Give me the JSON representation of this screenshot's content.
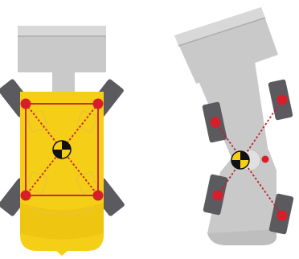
{
  "diagram": {
    "panels": [
      {
        "id": "left",
        "vehicle": "yellow-forklift",
        "state": "straight",
        "wheel_contacts": 4,
        "center_of_mass_marker": "crash-test-symbol"
      },
      {
        "id": "right",
        "vehicle": "gray-articulated-loader",
        "state": "articulated",
        "wheel_contacts": 4,
        "center_of_mass_marker": "crash-test-symbol",
        "extra_marker": "red-dot"
      }
    ],
    "colors": {
      "body_yellow": "#F5CE17",
      "body_yellow_dark": "#E2B60A",
      "chassis_gray": "#C9C9C9",
      "chassis_gray_dark": "#AFAFAF",
      "tire_dark": "#5A5A5F",
      "contact_red": "#D81E2B",
      "stability_line": "#C0202B",
      "com_black": "#111111",
      "com_yellow": "#F5CE17"
    }
  }
}
